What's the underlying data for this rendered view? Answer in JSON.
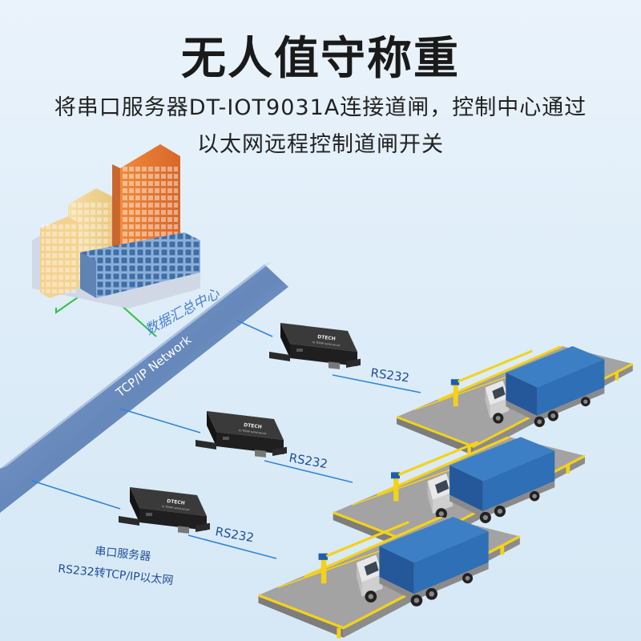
{
  "title": "无人值守称重",
  "subtitle_line1": "将串口服务器DT-IOT9031A连接道闸，控制中心通过",
  "subtitle_line2": "以太网远程控制道闸开关",
  "network_label": "TCP/IP Network",
  "data_center_label": "数据汇总中心",
  "link_label": "RS232",
  "device_caption_line1": "串口服务器",
  "device_caption_line2": "RS232转TCP/IP以太网",
  "device_brand": "DTECH",
  "colors": {
    "network_band": "#6d8fbf",
    "link_line": "#2f86d8",
    "lan_line": "#2ec04a",
    "scale_frame": "#f3d21b",
    "truck_container": "#2f6fb5",
    "device_body": "#1f1f1f"
  },
  "icons": [
    "building-icon",
    "serial-server-icon",
    "barrier-gate-icon",
    "truck-icon"
  ]
}
